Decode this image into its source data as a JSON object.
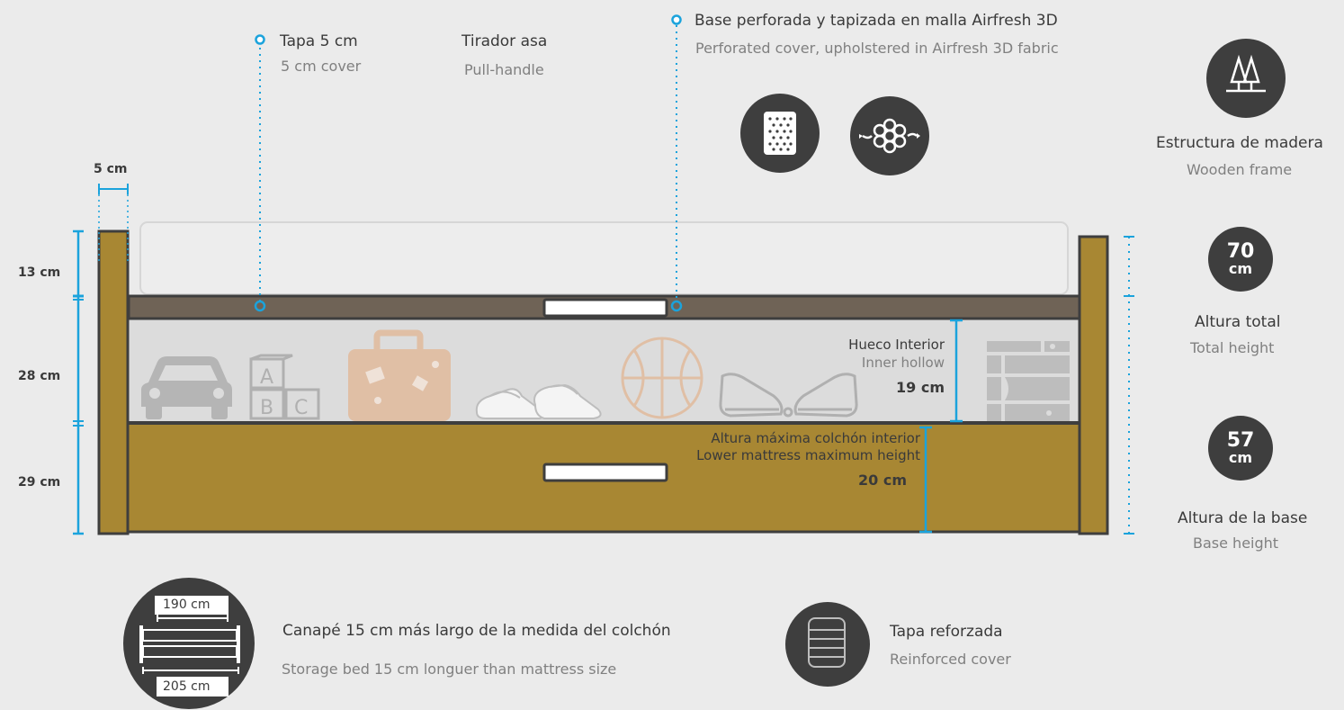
{
  "callouts": {
    "cover_es": "Tapa 5 cm",
    "cover_en": "5 cm cover",
    "handle_es": "Tirador asa",
    "handle_en": "Pull-handle",
    "base_es": "Base perforada y tapizada en malla Airfresh 3D",
    "base_en": "Perforated cover, upholstered in Airfresh 3D fabric"
  },
  "features": {
    "frame_es": "Estructura de madera",
    "frame_en": "Wooden frame",
    "total_value": "70",
    "total_unit": "cm",
    "total_es": "Altura total",
    "total_en": "Total height",
    "base_value": "57",
    "base_unit": "cm",
    "base_es": "Altura de la base",
    "base_en": "Base height",
    "length_es": "Canapé 15 cm más largo de la medida del colchón",
    "length_en": "Storage bed 15 cm longuer than mattress size",
    "length_mattress": "190 cm",
    "length_bed": "205 cm",
    "reinforced_es": "Tapa reforzada",
    "reinforced_en": "Reinforced cover"
  },
  "dimensions": {
    "leg_width": "5 cm",
    "mattress_height": "13 cm",
    "hollow_section": "28 cm",
    "drawer_section": "29 cm",
    "inner_es": "Hueco Interior",
    "inner_en": "Inner hollow",
    "inner_value": "19 cm",
    "lower_es": "Altura máxima colchón  interior",
    "lower_en": "Lower mattress maximum height",
    "lower_value": "20 cm"
  },
  "colors": {
    "background": "#ebebeb",
    "wood": "#a88733",
    "lid": "#6f6356",
    "dark": "#3e3e3e",
    "accent": "#1ba3dc"
  },
  "icons": [
    "tree-icon",
    "perforated-fabric-icon",
    "airflow-icon",
    "car-icon",
    "toy-blocks-icon",
    "suitcase-icon",
    "slippers-icon",
    "basketball-icon",
    "sneakers-icon",
    "books-icon",
    "bed-length-icon",
    "reinforced-cover-icon"
  ]
}
